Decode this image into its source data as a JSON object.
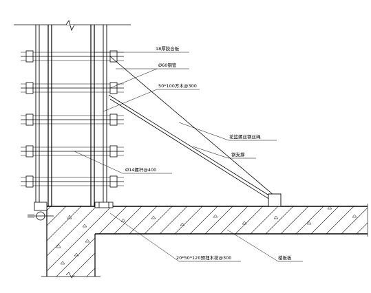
{
  "labels": {
    "plywood": "18厚胶合板",
    "steel_pipe": "Ø60钢管",
    "timber": "50*100方木@300",
    "turnbuckle": "花篮螺丝钢丝绳",
    "steel_brace": "钢支撑",
    "bolt": "Ø14螺杆@400",
    "embedded_timber": "20*50*120预埋木枋@300",
    "floor_slab": "楼板板"
  }
}
